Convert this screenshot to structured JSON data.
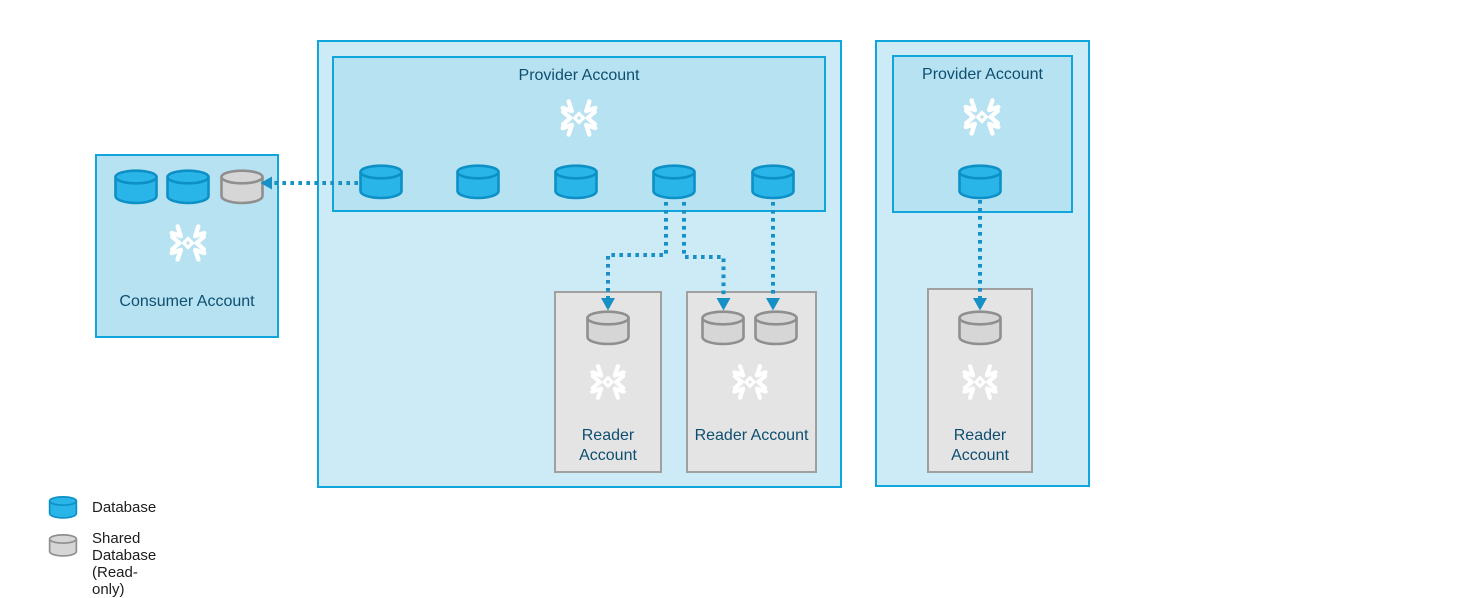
{
  "colors": {
    "accent_cyan_border": "#10a6dc",
    "outer_box_fill": "#cdebf7",
    "inner_box_fill": "#b7e2f2",
    "reader_box_fill": "#e4e4e4",
    "reader_box_border": "#a0a0a0",
    "database_fill": "#29b5e8",
    "database_border": "#0c90c6",
    "shared_database_fill": "#d6d6d6",
    "shared_database_border": "#8f8f8f",
    "arrow_color": "#1690c5",
    "account_label_color": "#0e4f70",
    "legend_text_color": "#1c1c1c",
    "snowflake_logo_color": "#ffffff"
  },
  "icons": {
    "snowflake": "snowflake-logo",
    "database": "database-cylinder",
    "shared_database": "shared-database-cylinder",
    "connector": "dotted-arrow"
  },
  "diagram": {
    "consumer_account": {
      "label": "Consumer Account",
      "database_count": 2,
      "shared_database_count": 1
    },
    "provider_account_left": {
      "title": "Provider Account",
      "database_count": 5,
      "readers": [
        {
          "label": "Reader Account",
          "shared_database_count": 1
        },
        {
          "label": "Reader Account",
          "shared_database_count": 2
        }
      ]
    },
    "provider_account_right": {
      "title": "Provider Account",
      "database_count": 1,
      "readers": [
        {
          "label": "Reader Account",
          "shared_database_count": 1
        }
      ]
    }
  },
  "legend": {
    "items": [
      {
        "label": "Database"
      },
      {
        "label": "Shared Database",
        "sublabel": "(Read-only)"
      }
    ]
  }
}
